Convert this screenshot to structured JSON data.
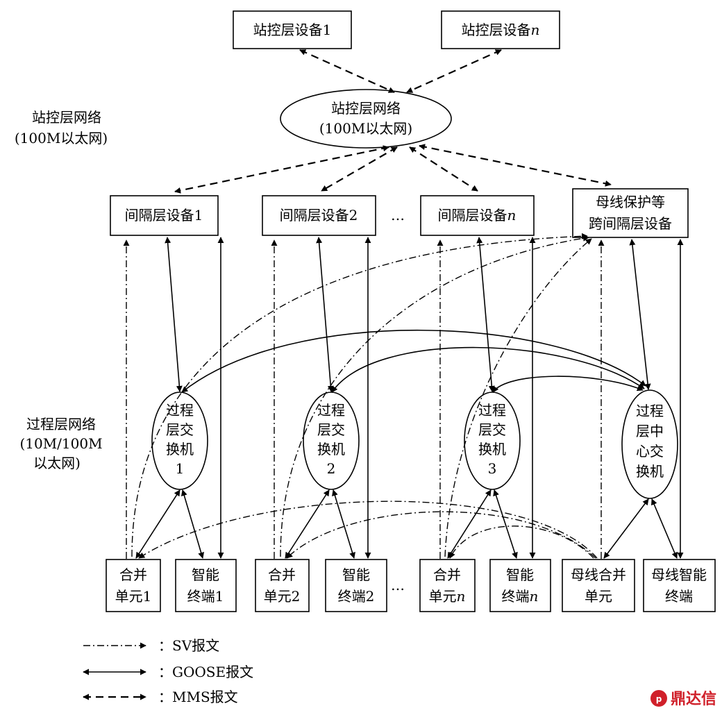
{
  "station": {
    "device1": "站控层设备1",
    "device_n_prefix": "站控层设备",
    "device_n_suffix": "n",
    "network_line1": "站控层网络",
    "network_line2": "(100M以太网)",
    "side_label_line1": "站控层网络",
    "side_label_line2": "(100M以太网)"
  },
  "bay": {
    "device1": "间隔层设备1",
    "device2": "间隔层设备2",
    "ellipsis": "…",
    "device_n_prefix": "间隔层设备",
    "device_n_suffix": "n",
    "busbar_line1": "母线保护等",
    "busbar_line2": "跨间隔层设备"
  },
  "process": {
    "side_label_line1": "过程层网络",
    "side_label_line2": "(10M/100M",
    "side_label_line3": "以太网)",
    "switch1": [
      "过程",
      "层交",
      "换机",
      "1"
    ],
    "switch2": [
      "过程",
      "层交",
      "换机",
      "2"
    ],
    "switch3": [
      "过程",
      "层交",
      "换机",
      "3"
    ],
    "center": [
      "过程",
      "层中",
      "心交",
      "换机"
    ]
  },
  "bottom": {
    "mu1": [
      "合并",
      "单元1"
    ],
    "it1": [
      "智能",
      "终端1"
    ],
    "mu2": [
      "合并",
      "单元2"
    ],
    "it2": [
      "智能",
      "终端2"
    ],
    "ellipsis": "…",
    "mu_n": [
      "合并",
      "单元",
      "n"
    ],
    "it_n": [
      "智能",
      "终端",
      "n"
    ],
    "bus_mu": [
      "母线合并",
      "单元"
    ],
    "bus_it": [
      "母线智能",
      "终端"
    ]
  },
  "legend": {
    "sv": "：SV报文",
    "goose": "：GOOSE报文",
    "mms": "：MMS报文"
  },
  "watermark": "鼎达信"
}
